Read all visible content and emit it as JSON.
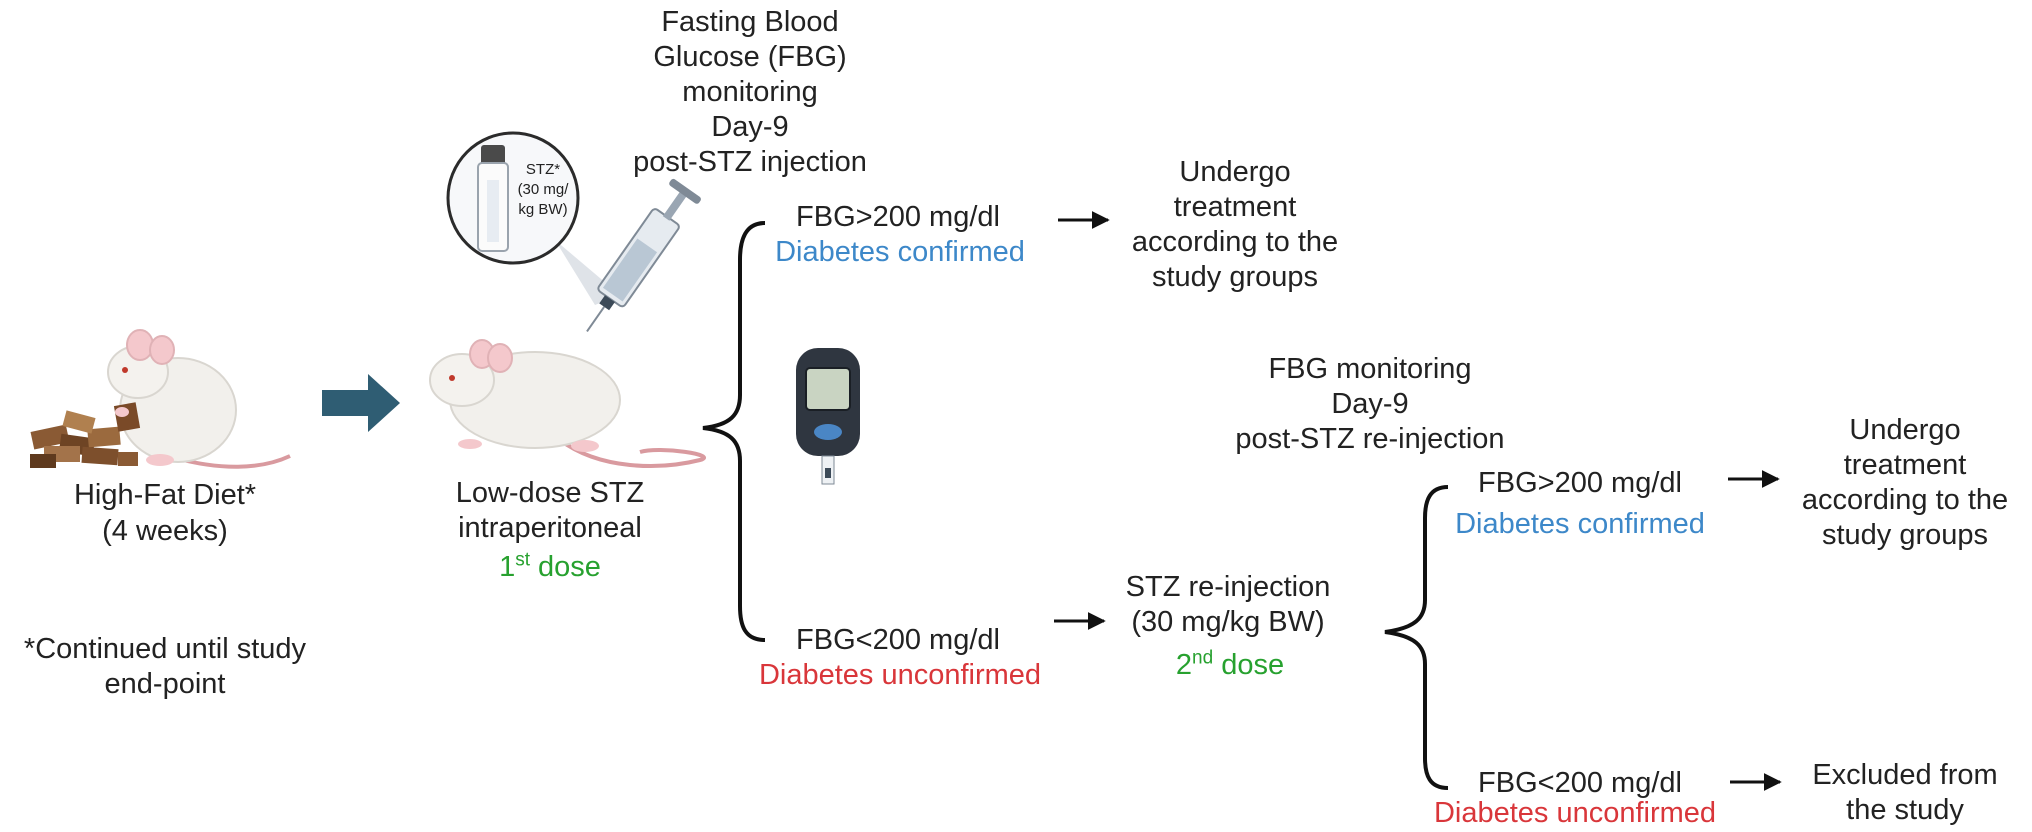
{
  "fbg_monitor_1": "Fasting Blood\nGlucose (FBG)\nmonitoring\nDay-9\npost-STZ injection",
  "vial_label": "STZ*\n(30 mg/\nkg BW)",
  "diet": {
    "label": "High-Fat Diet*",
    "duration": "(4 weeks)"
  },
  "footnote": "*Continued until study\nend-point",
  "injection_1": {
    "label": "Low-dose STZ\nintraperitoneal",
    "dose_num": "1",
    "dose_sup": "st",
    "dose_word": " dose"
  },
  "branch_1_high": {
    "fbg": "FBG>200 mg/dl",
    "status": "Diabetes confirmed"
  },
  "outcome_treat_1": "Undergo\ntreatment\naccording to the\nstudy groups",
  "branch_1_low": {
    "fbg": "FBG<200 mg/dl",
    "status": "Diabetes unconfirmed"
  },
  "reinjection": {
    "label": "STZ re-injection\n(30 mg/kg BW)",
    "dose_num": "2",
    "dose_sup": "nd",
    "dose_word": " dose"
  },
  "fbg_monitor_2": "FBG monitoring\nDay-9\npost-STZ re-injection",
  "branch_2_high": {
    "fbg": "FBG>200 mg/dl",
    "status": "Diabetes confirmed"
  },
  "outcome_treat_2": "Undergo\ntreatment\naccording to the\nstudy groups",
  "branch_2_low": {
    "fbg": "FBG<200 mg/dl",
    "status": "Diabetes unconfirmed"
  },
  "outcome_excluded": "Excluded from\nthe study",
  "colors": {
    "confirmed": "#3d88c9",
    "unconfirmed": "#d9363a",
    "dose": "#27a12f",
    "flow_arrow": "#2f5d73"
  }
}
